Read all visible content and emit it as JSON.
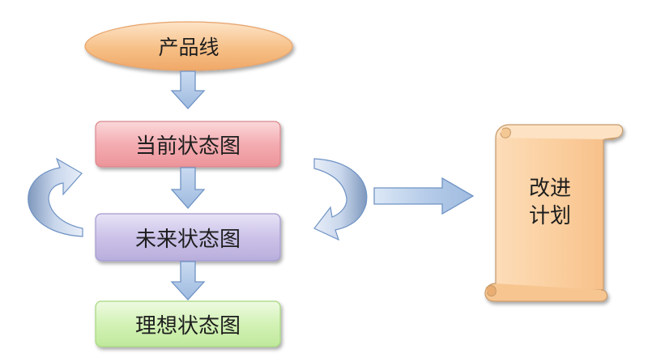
{
  "diagram": {
    "source": {
      "label": "产品线"
    },
    "steps": [
      {
        "label": "当前状态图"
      },
      {
        "label": "未来状态图"
      },
      {
        "label": "理想状态图"
      }
    ],
    "result": {
      "line1": "改进",
      "line2": "计划"
    }
  },
  "colors": {
    "oval": "#f6bf86",
    "current_state": "#f0a0a6",
    "future_state": "#c2b9e2",
    "ideal_state": "#c6eea2",
    "scroll": "#fbd2a8",
    "arrow": "#a9c2e3",
    "arrow_border": "#6f93c4"
  }
}
